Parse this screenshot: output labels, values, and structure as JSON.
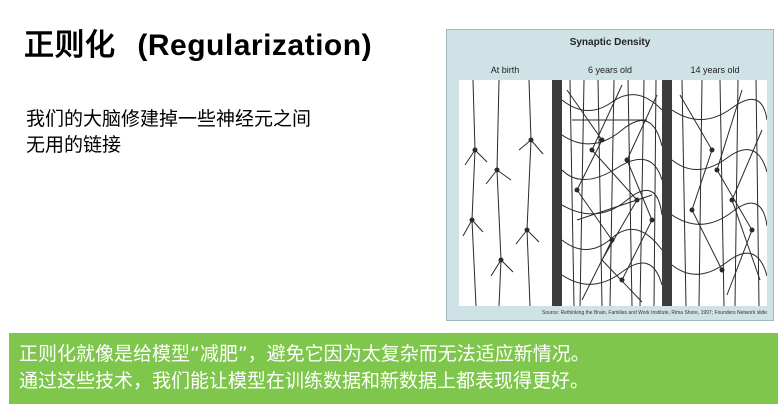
{
  "slide": {
    "title_cn": "正则化",
    "title_en": "(Regularization)",
    "body_line1": "我们的大脑修建掉一些神经元之间",
    "body_line2": "无用的链接"
  },
  "figure": {
    "title": "Synaptic Density",
    "columns": [
      "At birth",
      "6 years old",
      "14 years old"
    ],
    "source": "Source: Rethinking the Brain, Families and Work Institute, Rima Shore, 1997; Founders Network slide"
  },
  "banner": {
    "line1": "正则化就像是给模型“减肥”，避免它因为太复杂而无法适应新情况。",
    "line2": "通过这些技术，我们能让模型在训练数据和新数据上都表现得更好。",
    "background": "#7fc64c",
    "text_color": "#ffffff"
  }
}
